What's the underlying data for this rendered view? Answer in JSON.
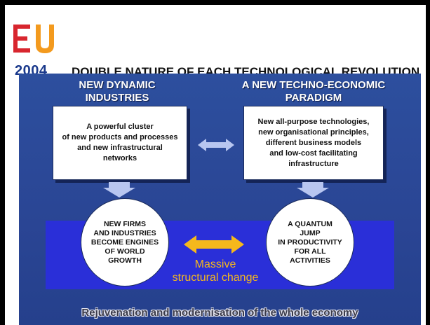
{
  "logo": {
    "text": "EU",
    "year": "2004"
  },
  "title": "DOUBLE NATURE OF EACH TECHNOLOGICAL REVOLUTION",
  "left_heading": "NEW DYNAMIC\nINDUSTRIES",
  "right_heading": "A NEW TECHNO-ECONOMIC\nPARADIGM",
  "left_box": "A powerful cluster\nof new products and processes\nand new infrastructural\nnetworks",
  "right_box": "New all-purpose technologies,\nnew organisational principles,\ndifferent business models\nand low-cost facilitating\ninfrastructure",
  "left_circle": "NEW FIRMS\nAND INDUSTRIES\nBECOME ENGINES\nOF WORLD\nGROWTH",
  "right_circle": "A QUANTUM\nJUMP\nIN PRODUCTIVITY\nFOR ALL\nACTIVITIES",
  "center_label": "Massive\nstructural change",
  "footer": "Rejuvenation and modernisation of the whole economy",
  "colors": {
    "panel": "#2d4f9e",
    "band": "#2a2fd8",
    "double_arrow_boxes": "#b8c6f0",
    "double_arrow_circles": "#f5b81c",
    "logo_red": "#d8262e",
    "logo_orange": "#f39a1e",
    "logo_blue": "#1b3a8c"
  }
}
